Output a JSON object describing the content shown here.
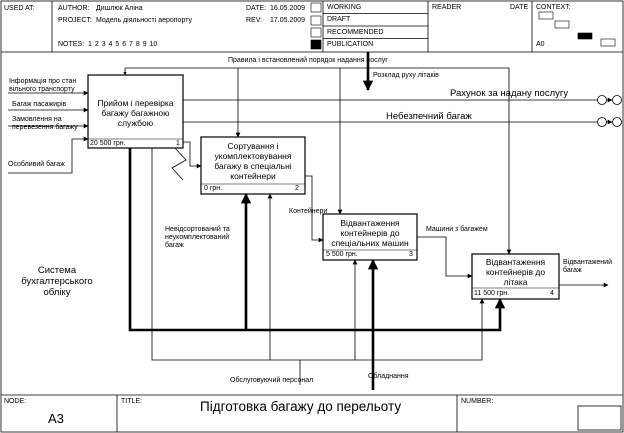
{
  "header": {
    "used_at_label": "USED AT:",
    "author_label": "AUTHOR:",
    "author_value": "Дишлюк Аліна",
    "project_label": "PROJECT:",
    "project_value": "Модель діяльності аеропорту",
    "notes_label": "NOTES:",
    "notes_numbers": "1 2 3 4 5 6 7 8 9 10",
    "date_label": "DATE:",
    "date_value": "16.05.2009",
    "rev_label": "REV:",
    "rev_value": "17.05.2009",
    "status_items": [
      "WORKING",
      "DRAFT",
      "RECOMMENDED",
      "PUBLICATION"
    ],
    "reader_label": "READER",
    "reader_date_label": "DATE",
    "context_label": "CONTEXT:",
    "context_node": "A0"
  },
  "footer": {
    "node_label": "NODE:",
    "node_value": "A3",
    "title_label": "TITLE:",
    "title_value": "Підготовка багажу  до перельоту",
    "number_label": "NUMBER:"
  },
  "boxes": [
    {
      "title": "Прийом і перевірка багажу багажною службою",
      "cost": "20 500 грн.",
      "num": "1"
    },
    {
      "title": "Сортування і укомплектовування багажу в спеціальні контейнери",
      "cost": "0 грн.",
      "num": "2"
    },
    {
      "title": "Відвантаження контейнерів до спеціальних машин",
      "cost": "5 500 грн.",
      "num": "3"
    },
    {
      "title": "Відвантаження контейнерів до літака",
      "cost": "11 500 грн.",
      "num": "4"
    }
  ],
  "arrows": {
    "input_info": "Інформація про стан вільного транспорту",
    "input_baggage": "Багаж пасажирів",
    "input_order": "Замовлення на перевезення багажу",
    "input_special": "Особливий багаж",
    "control_rules": "Правила і встановлений порядок надання послуг",
    "control_schedule": "Розклад руху літаків",
    "output_invoice": "Рахунок за надану послугу",
    "output_dangerous": "Небезпечний багаж",
    "output_unsorted": "Невідсортований та неукомплектований багаж",
    "flow_containers": "Контейнери",
    "flow_trucks": "Машини з багажем",
    "output_shipped": "Відвантажений багаж",
    "mech_staff": "Обслуговуючий персонал",
    "mech_equipment": "Обладнання",
    "mech_accounting": "Система бухгалтерського обліку"
  },
  "colors": {
    "line": "#000000",
    "background": "#ffffff"
  }
}
